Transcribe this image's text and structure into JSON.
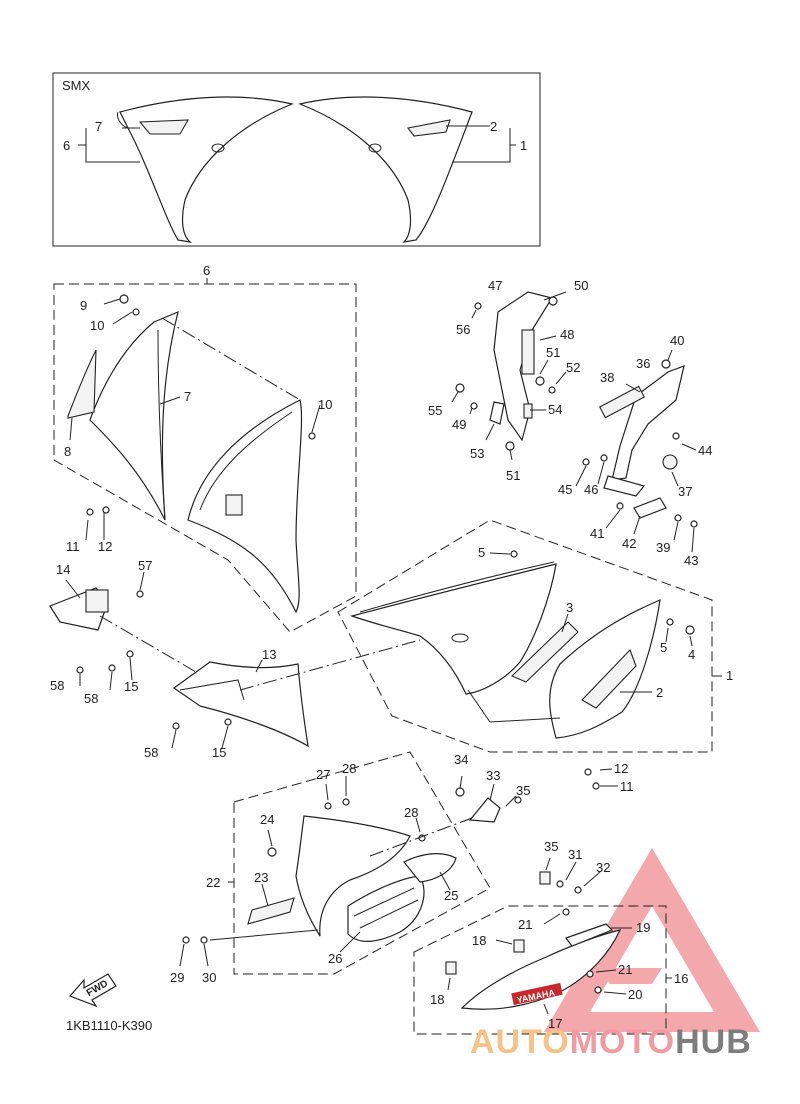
{
  "diagram": {
    "inset_label": "SMX",
    "catalog_code": "1KB1110-K390",
    "fwd_label": "FWD",
    "decal_text": "YAMAHA",
    "watermark": {
      "part1": "AUTO",
      "part2": "MOTO",
      "part3": "HUB"
    },
    "callouts": {
      "c1": "1",
      "c2": "2",
      "c3": "3",
      "c4": "4",
      "c5": "5",
      "c6": "6",
      "c7": "7",
      "c8": "8",
      "c9": "9",
      "c10": "10",
      "c11": "11",
      "c12": "12",
      "c13": "13",
      "c14": "14",
      "c15": "15",
      "c16": "16",
      "c17": "17",
      "c18": "18",
      "c19": "19",
      "c20": "20",
      "c21": "21",
      "c22": "22",
      "c23": "23",
      "c24": "24",
      "c25": "25",
      "c26": "26",
      "c27": "27",
      "c28": "28",
      "c29": "29",
      "c30": "30",
      "c31": "31",
      "c32": "32",
      "c33": "33",
      "c34": "34",
      "c35": "35",
      "c36": "36",
      "c37": "37",
      "c38": "38",
      "c39": "39",
      "c40": "40",
      "c41": "41",
      "c42": "42",
      "c43": "43",
      "c44": "44",
      "c45": "45",
      "c46": "46",
      "c47": "47",
      "c48": "48",
      "c49": "49",
      "c50": "50",
      "c51": "51",
      "c52": "52",
      "c53": "53",
      "c54": "54",
      "c55": "55",
      "c56": "56",
      "c57": "57",
      "c58": "58"
    }
  }
}
